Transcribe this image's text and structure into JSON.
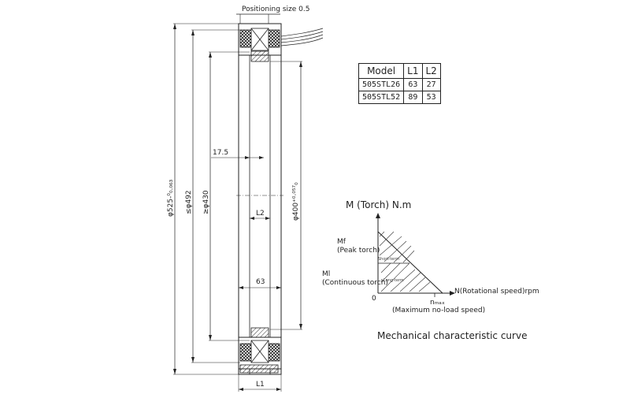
{
  "drawing": {
    "positioning_label": "Positioning size 0.5",
    "dim_outer": "φ525-⁰₀.₀₆₃",
    "dim_492": "≤φ492",
    "dim_430": "≥φ430",
    "dim_400": "φ400⁺⁰·⁰⁵⁷₀",
    "dim_175": "17.5",
    "dim_L2": "L2",
    "dim_63": "63",
    "dim_L1": "L1"
  },
  "table": {
    "headers": [
      "Model",
      "L1",
      "L2"
    ],
    "rows": [
      [
        "505STL26",
        "63",
        "27"
      ],
      [
        "505STL52",
        "89",
        "53"
      ]
    ]
  },
  "curve": {
    "title": "M (Torch) N.m",
    "mf": "Mf",
    "mf_desc": "(Peak torch)",
    "ml": "Ml",
    "ml_desc": "(Continuous torch)",
    "short_term": "Short-term",
    "long_term": "Long-term",
    "origin": "0",
    "x_label": "N(Rotational speed)rpm",
    "nmax": "nₘₐₓ",
    "x_desc": "(Maximum no-load speed)",
    "caption": "Mechanical characteristic curve"
  }
}
